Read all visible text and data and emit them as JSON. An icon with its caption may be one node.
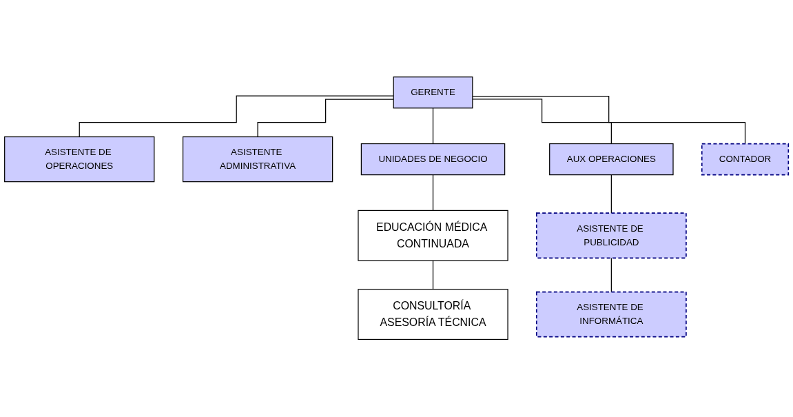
{
  "diagram": {
    "nodes": [
      {
        "text": [
          "GERENTE"
        ]
      },
      {
        "text": [
          "ASISTENTE DE OPERACIONES"
        ]
      },
      {
        "text": [
          "ASISTENTE ADMINISTRATIVA"
        ]
      },
      {
        "text": [
          "UNIDADES DE NEGOCIO"
        ]
      },
      {
        "text": [
          "AUX OPERACIONES"
        ]
      },
      {
        "text": [
          "CONTADOR"
        ]
      },
      {
        "text": [
          "EDUCACIÓN MÉDICA CONTINUADA"
        ]
      },
      {
        "text": [
          "CONSULTORÍA ASESORÍA TÉCNICA"
        ]
      },
      {
        "text": [
          "ASISTENTE DE PUBLICIDAD"
        ]
      },
      {
        "text": [
          "ASISTENTE DE INFORMÁTICA"
        ]
      }
    ],
    "edges": [
      {
        "from": 0,
        "to": 1,
        "arrow": "none"
      },
      {
        "from": 0,
        "to": 2,
        "arrow": "none"
      },
      {
        "from": 0,
        "to": 3,
        "arrow": "none"
      },
      {
        "from": 0,
        "to": 4,
        "arrow": "none"
      },
      {
        "from": 0,
        "to": 5,
        "arrow": "none"
      },
      {
        "from": 3,
        "to": 6,
        "arrow": "none"
      },
      {
        "from": 6,
        "to": 7,
        "arrow": "none"
      },
      {
        "from": 4,
        "to": 8,
        "arrow": "none"
      },
      {
        "from": 8,
        "to": 9,
        "arrow": "none"
      }
    ]
  }
}
